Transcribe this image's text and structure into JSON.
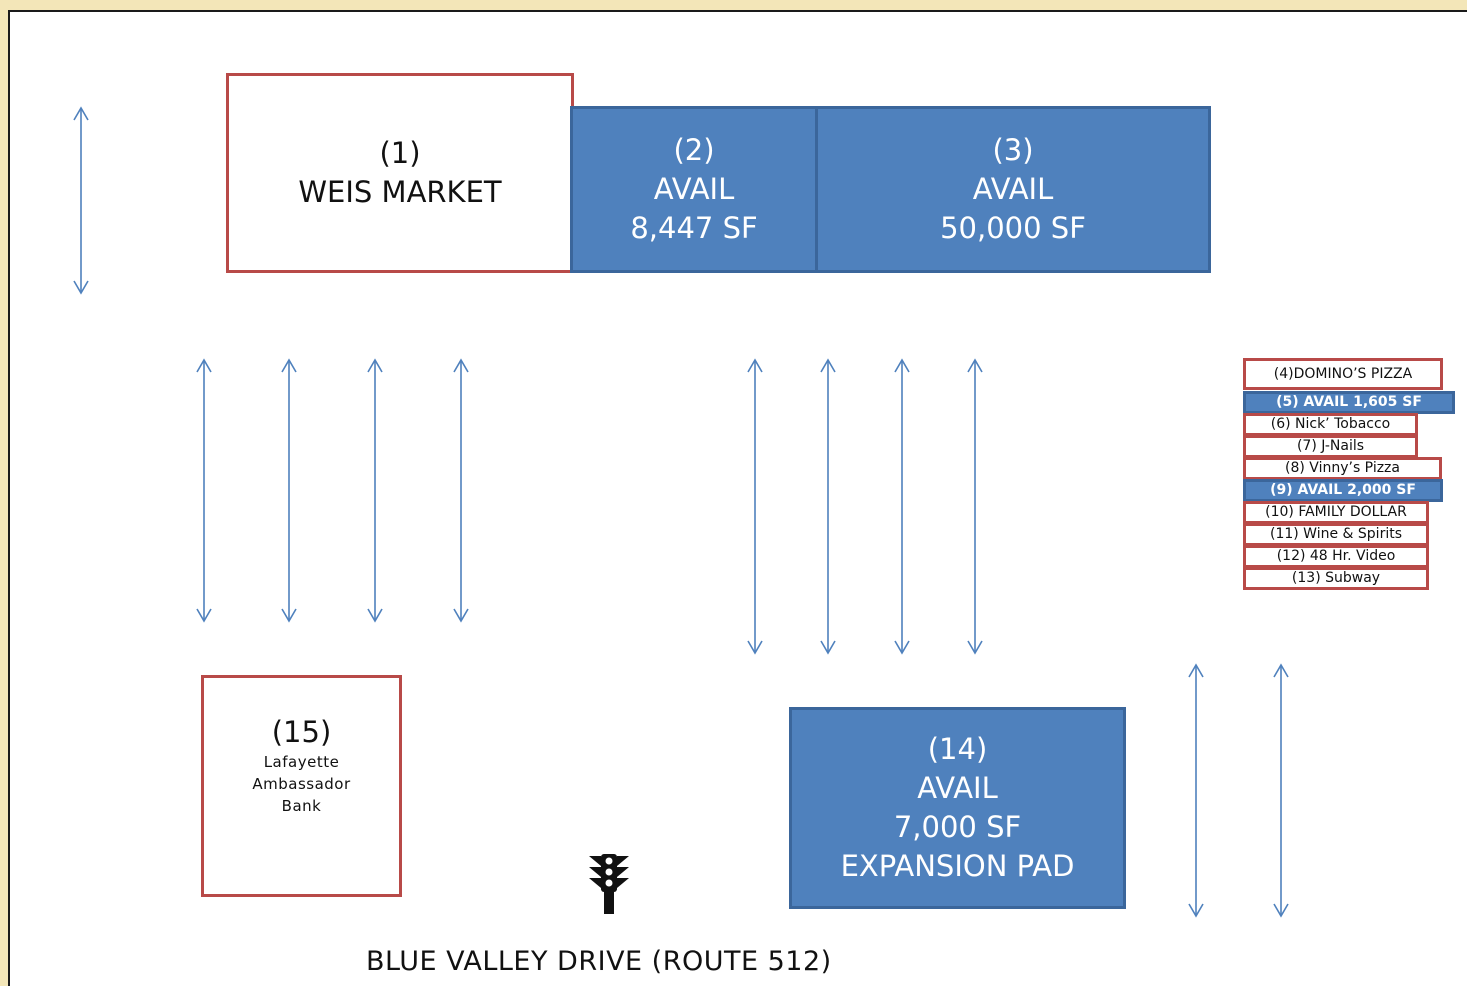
{
  "units": {
    "u1": {
      "num": "(1)",
      "line1": "WEIS MARKET"
    },
    "u2": {
      "num": "(2)",
      "line1": "AVAIL",
      "line2": "8,447 SF"
    },
    "u3": {
      "num": "(3)",
      "line1": "AVAIL",
      "line2": "50,000 SF"
    },
    "u14": {
      "num": "(14)",
      "line1": "AVAIL",
      "line2": "7,000 SF",
      "line3": "EXPANSION PAD"
    },
    "u15": {
      "num": "(15)",
      "line1": "Lafayette",
      "line2": "Ambassador",
      "line3": "Bank"
    }
  },
  "strip": [
    {
      "label": "(4)DOMINO’S PIZZA",
      "status": "occupied"
    },
    {
      "label": "(5) AVAIL 1,605  SF",
      "status": "available"
    },
    {
      "label": "(6) Nick’ Tobacco",
      "status": "occupied"
    },
    {
      "label": "(7) J-Nails",
      "status": "occupied"
    },
    {
      "label": "(8) Vinny’s Pizza",
      "status": "occupied"
    },
    {
      "label": "(9) AVAIL  2,000 SF",
      "status": "available"
    },
    {
      "label": "(10) FAMILY DOLLAR",
      "status": "occupied"
    },
    {
      "label": "(11) Wine & Spirits",
      "status": "occupied"
    },
    {
      "label": "(12) 48 Hr. Video",
      "status": "occupied"
    },
    {
      "label": "(13) Subway",
      "status": "occupied"
    }
  ],
  "road": {
    "label": "BLUE VALLEY DRIVE (ROUTE 512)"
  },
  "icons": {
    "traffic_light": "traffic-light-icon",
    "arrow": "double-arrow-icon"
  },
  "colors": {
    "available_fill": "#4f81bd",
    "available_border": "#3b669b",
    "occupied_border": "#b84a48",
    "arrow": "#4f81bd",
    "page_background": "#f3e6b8"
  }
}
